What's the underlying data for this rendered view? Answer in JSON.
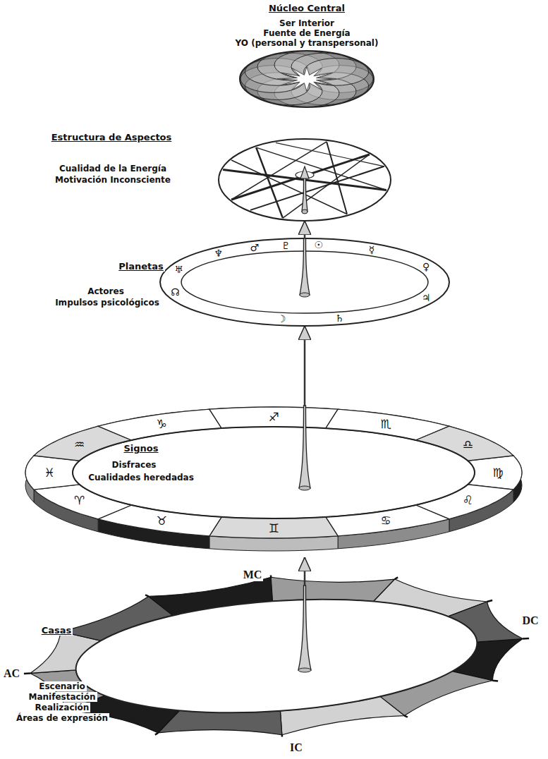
{
  "diagram": {
    "nodes": [
      {
        "text": [
          "Núcleo Central",
          "Ser Interior",
          "Fuente de Energía",
          "YO (personal y transpersonal)"
        ]
      },
      {
        "text": [
          "Estructura de Aspectos",
          "Cualidad de la Energía",
          "Motivación Inconsciente"
        ]
      },
      {
        "text": [
          "Planetas",
          "Actores",
          "Impulsos psicológicos"
        ]
      },
      {
        "text": [
          "Signos",
          "Disfraces",
          "Cualidades heredadas"
        ]
      },
      {
        "text": [
          "Casas",
          "Escenario",
          "Manifestación",
          "Realización",
          "Áreas de expresión"
        ]
      }
    ],
    "edges": [
      {
        "from": 4,
        "to": 3,
        "arrow": "to"
      },
      {
        "from": 3,
        "to": 2,
        "arrow": "to"
      },
      {
        "from": 2,
        "to": 1,
        "arrow": "to"
      }
    ],
    "labels": [
      "♅",
      "♆",
      "♂",
      "♇",
      "☉",
      "☿",
      "♀",
      "♃",
      "♄",
      "☽",
      "☊",
      "♒",
      "♑",
      "♐",
      "♏",
      "♎",
      "♍",
      "♌",
      "♋",
      "♊",
      "♉",
      "♈",
      "♓",
      "MC",
      "AC",
      "DC",
      "IC"
    ]
  }
}
